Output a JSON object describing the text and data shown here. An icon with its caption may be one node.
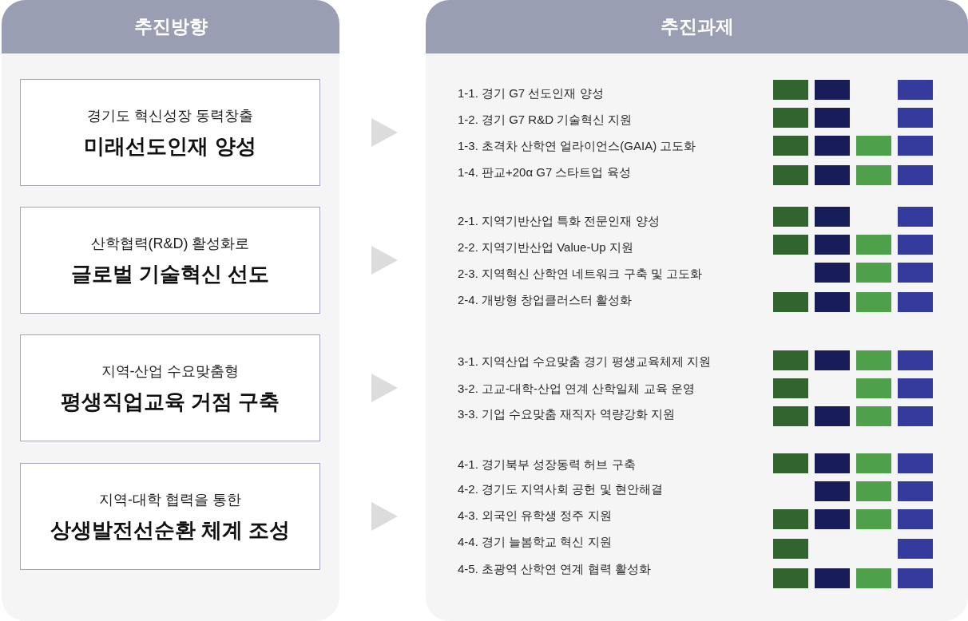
{
  "diagram": {
    "nodes": [
      {
        "text": [
          "추진방향"
        ]
      },
      {
        "text": [
          "경기도 혁신성장 동력창출",
          "미래선도인재 양성"
        ],
        "in": 0
      },
      {
        "text": [
          "산학협력(R&D) 활성화로",
          "글로벌 기술혁신 선도"
        ],
        "in": 0
      },
      {
        "text": [
          "지역-산업 수요맞춤형",
          "평생직업교육 거점 구축"
        ],
        "in": 0
      },
      {
        "text": [
          "지역-대학 협력을 통한",
          "상생발전선순환 체계 조성"
        ],
        "in": 0
      },
      {
        "text": [
          "추진과제",
          "1-1. 경기 G7 선도인재 양성",
          "1-2. 경기 G7 R&D 기술혁신 지원",
          "1-3. 초격차 산학연 얼라이언스(GAIA) 고도화",
          "1-4. 판교+20α G7 스타트업 육성",
          "2-1. 지역기반산업 특화 전문인재 양성",
          "2-2. 지역기반산업 Value-Up 지원",
          "2-3. 지역혁신 산학연 네트워크 구축 및 고도화",
          "2-4. 개방형 창업클러스터 활성화",
          "3-1. 지역산업 수요맞춤 경기 평생교육체제 지원",
          "3-2. 고교-대학-산업 연계 산학일체 교육 운영",
          "3-3. 기업 수요맞춤 재직자 역량강화 지원",
          "4-1. 경기북부 성장동력 허브 구축",
          "4-2. 경기도 지역사회 공헌 및 현안해결",
          "4-3. 외국인 유학생 정주 지원",
          "4-4. 경기 늘봄학교 혁신 지원",
          "4-5. 초광역 산학연 연계 협력 활성화"
        ]
      }
    ]
  }
}
